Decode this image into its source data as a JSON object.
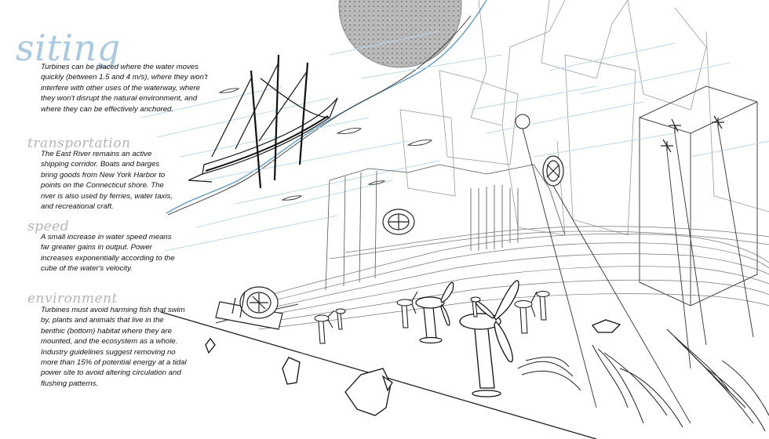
{
  "sections": [
    {
      "heading": "siting",
      "body": "Turbines can be placed where the water moves quickly (between 1.5 and 4 m/s), where they won't interfere with other uses of the waterway, where they won't disrupt the natural environment, and where they can be effectively anchored."
    },
    {
      "heading": "transportation",
      "body": "The East River remains an active shipping corridor. Boats and barges bring goods from New York Harbor to points on the Connecticut shore. The river is also used by ferries, water taxis, and recreational craft."
    },
    {
      "heading": "speed",
      "body": "A small increase in water speed means far greater gains in output. Power increases exponentially according to the cube of the water's velocity."
    },
    {
      "heading": "environment",
      "body": "Turbines must avoid harming fish that swim by, plants and animals that live in the benthic (bottom) habitat where they are mounted, and the ecosystem as a whole. Industry guidelines suggest removing no more than 15% of potential energy at a tidal power site to avoid altering circulation and flushing patterns."
    }
  ],
  "colors": {
    "accent": "#a9c9e2",
    "water_line": "#5f9cc7",
    "subheading": "#b4b4b4",
    "text": "#111111",
    "moon": "#9a9a9a"
  }
}
